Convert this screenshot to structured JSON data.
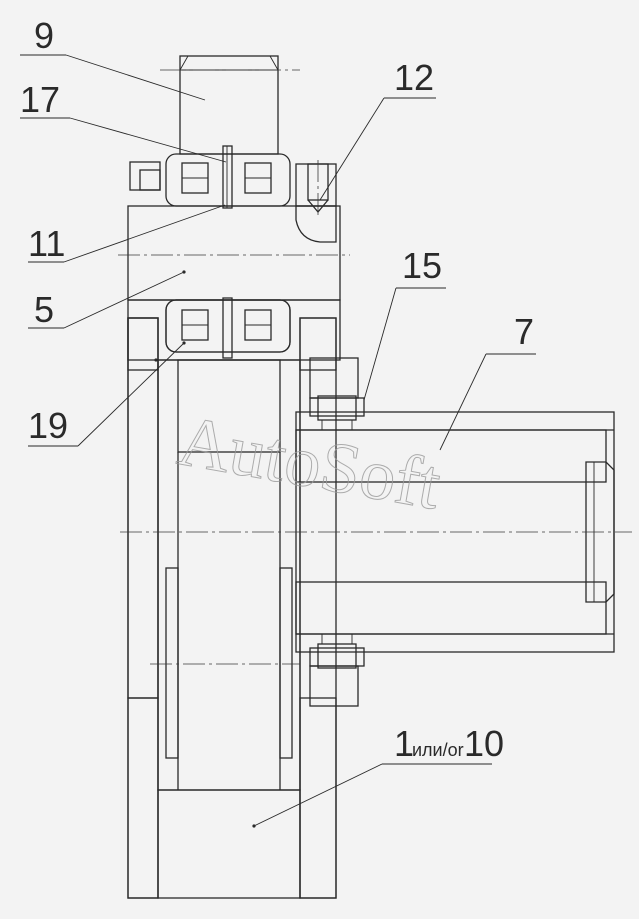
{
  "labels": {
    "l9": "9",
    "l12": "12",
    "l17": "17",
    "l11": "11",
    "l5": "5",
    "l15": "15",
    "l7": "7",
    "l19": "19",
    "l1": "1",
    "l1_sub": "или/or",
    "l10": "10"
  },
  "watermark": "AutoSoft",
  "colors": {
    "background": "#f3f3f3",
    "line": "#2a2a2a",
    "watermark": "#9a9a9a"
  }
}
